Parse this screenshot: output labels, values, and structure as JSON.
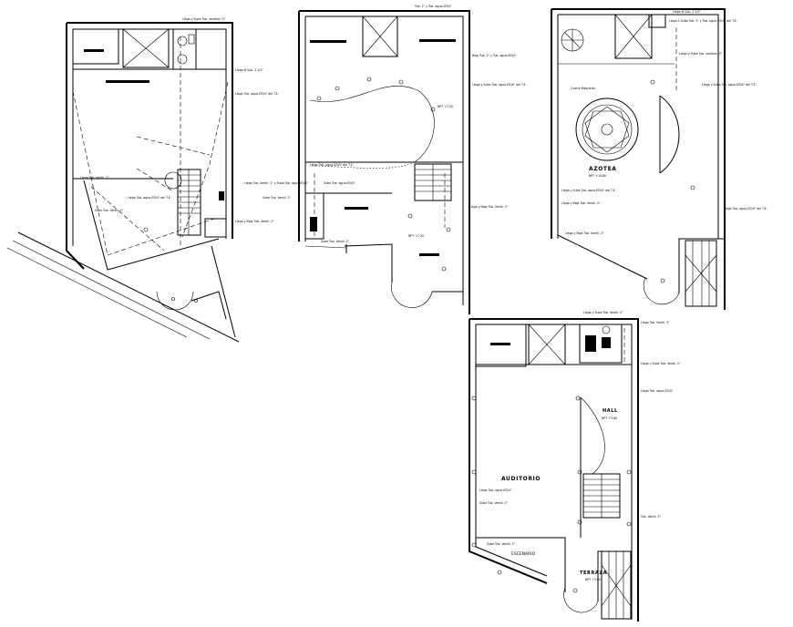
{
  "plans": {
    "roof": {
      "title": "AZOTEA",
      "level": "NPT +10.80",
      "column_note": "Cuarto Máquinas"
    },
    "auditorium": {
      "room": "AUDITORIO",
      "stage": "ESCENARIO",
      "terrace": "TERRAZA",
      "terrace_level": "NPT +3.60",
      "hall": "HALL",
      "hall_level": "NPT +3.60"
    },
    "second": {
      "level": "NPT +7.20",
      "level_b": "NPT +7.20"
    },
    "ground": {
      "room_a": ""
    }
  },
  "pipe_notes": {
    "a": "Llega y Sube Tub. ventilac. 2\"",
    "b": "Llega Ø Sub. 2 1/2\"",
    "c": "Llega Tub. agua Ø3/4\" del T.E.",
    "d": "Llega Tub. Ventil. 2\" y Sube Tub. agua Ø3/4\"",
    "e": "Sube Tub. Ventil. 2\"",
    "f": "Llega y Baja Tub. Ventil. 2\"",
    "g": "Llega Tub. agua Ø3/4\" del T.E.",
    "h": "Sube Tub. Ventil. 2\"",
    "i": "Tub. 2\" y Tub. agua Ø3/4\"",
    "j": "Llega Tub. Ventil. 2\"",
    "k": "Baja Tub. 2\" y Tub. agua Ø3/4\"",
    "l": "Llega y Sube Tub. agua Ø3/4\" del T.E.",
    "m": "Llega Tub. agua Ø3/4\" del T.E.",
    "n": "Sube Tub. agua Ø3/4\"",
    "o": "Llega y Baja Tub. Ventil. 2\"",
    "p": "Llega Ø Sub. 2 1/2\"",
    "q": "Llega 2 Sube Tub. 2\" y Tub. agua Ø3/4\" del T.E.",
    "r": "Llega y Sube Tub. ventilac. 2\"",
    "s": "Llega y Sube Tub. agua Ø3/4\" del T.E.",
    "t": "Llega y Sube Tub. agua Ø3/4\" del T.E.",
    "u": "Llega y Baja Tub. Ventil. 2\"",
    "v": "Llega Tub. agua Ø3/4\" del T.E.",
    "w": "Llega y Baja Tub. Ventil. 2\"",
    "x": "Sube Tub. Ventil. 2\"",
    "y": "Llega y Sube Tub. Ventil. 2\"",
    "z": "Llega Tub. Ventil. 2\"",
    "aa": "Llega y Sube Tub. Ventil. 2\"",
    "ab": "Llega Tub. agua Ø3/4\"",
    "ac": "Tub. Ventil. 2\"",
    "ad": "Llega Tub. agua Ø3/4\""
  }
}
